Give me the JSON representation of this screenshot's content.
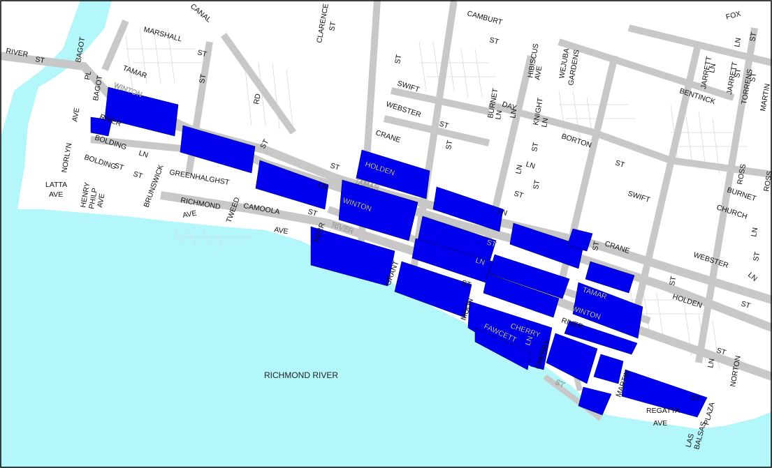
{
  "colors": {
    "water": "#b3f7fb",
    "road": "#c8c8c8",
    "zone": "#0000ee",
    "land": "#ffffff"
  },
  "water_label": "RICHMOND RIVER",
  "labels": {
    "river_st_nw": "RIVER",
    "st_nw": "ST",
    "bagot": "BAGOT",
    "pl": "PL",
    "bagot2": "BAGOT",
    "tamar_w": "TAMAR",
    "winton_w": "WINTON",
    "river_w": "RIVER",
    "marshall": "MARSHALL",
    "st_marshall": "ST",
    "canal": "CANAL",
    "st_canal": "ST",
    "rd": "RD",
    "clarence": "CLARENCE",
    "st_clar": "ST",
    "camburt": "CAMBURT",
    "st_camb": "ST",
    "st_vert1": "ST",
    "swift_n": "SWIFT",
    "webster_n": "WEBSTER",
    "crane_n": "CRANE",
    "holden": "HOLDEN",
    "tamar": "TAMAR",
    "winton": "WINTON",
    "river": "RIVER",
    "burnet": "BURNET",
    "ln_b": "LN",
    "day": "DAY",
    "ln_d": "LN",
    "knight": "KNIGHT",
    "ln_k": "LN",
    "hibiscus": "HIBISCUS",
    "ave_h": "AVE",
    "wejuba": "WEJUBA",
    "gardens": "GARDENS",
    "fox": "FOX",
    "ln_f": "LN",
    "st_f": "ST",
    "jarrett1": "JARRETT",
    "ln_j1": "LN",
    "jarrett2": "JARRETT",
    "st_j2": "ST",
    "torrens": "TORRENS",
    "st_t": "ST",
    "martin_ne": "MARTIN",
    "bentinck": "BENTINCK",
    "borton": "BORTON",
    "st_bort": "ST",
    "st_swift": "ST",
    "st_webster": "ST",
    "ln_1": "LN",
    "st_2": "ST",
    "st_3": "ST",
    "st_4": "ST",
    "st_5": "ST",
    "ln_2": "LN",
    "ln_3": "LN",
    "swift_e": "SWIFT",
    "ross": "ROSS",
    "ross2": "ROSS",
    "burnet_e": "BURNET",
    "church": "CHURCH",
    "ln_c": "LN",
    "webster_e": "WEBSTER",
    "st_we": "ST",
    "ln_we": "LN",
    "crane_e": "CRANE",
    "st_cr": "ST",
    "holden_e": "HOLDEN",
    "st_he": "ST",
    "st_he2": "ST",
    "tamar_e": "TAMAR",
    "winton_e": "WINTON",
    "river_e": "RIVER",
    "cherry": "CHERRY",
    "ln_ch": "LN",
    "cherry2": "CHERRY",
    "fawcett": "FAWCETT",
    "st_fa": "ST",
    "moon": "MOON",
    "grant": "GRANT",
    "st_grant": "ST",
    "ln_grant": "LN",
    "st_mid": "ST",
    "kerr": "KERR",
    "river_k": "RIVER",
    "st_k": "ST",
    "ln_k2": "LN",
    "st_k3": "ST",
    "camoola": "CAMOOLA",
    "ave_c": "AVE",
    "richmond": "RICHMOND",
    "ave_r": "AVE",
    "tweed": "TWEED",
    "greenhalghst": "GREENHALGHST",
    "st_g": "ST",
    "brunswick": "BRUNSWICK",
    "bolding1": "BOLDING",
    "ln_bold": "LN",
    "bolding2": "BOLDING",
    "st_bold": "ST",
    "norlyn": "NORLYN",
    "ave_n": "AVE",
    "latta": "LATTA",
    "ave_l": "AVE",
    "henry": "HENRY",
    "philp": "PHILP",
    "ave_hp": "AVE",
    "martin": "MARTIN",
    "st_m": "ST",
    "regatta": "REGATTA",
    "ave_reg": "AVE",
    "las": "LAS",
    "balsas": "BALSAS",
    "plaza": "PLAZA",
    "norton": "NORTON",
    "ln_nort": "LN",
    "st_nort": "ST"
  }
}
